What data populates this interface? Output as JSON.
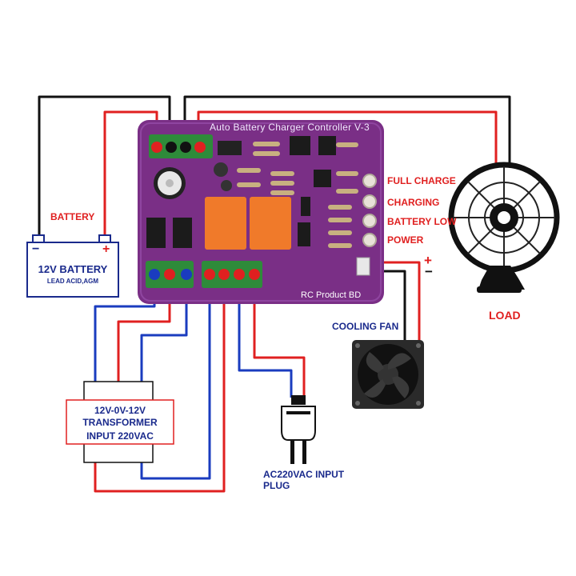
{
  "board": {
    "title": "Auto Battery Charger Controller V-3",
    "brand": "RC Product BD"
  },
  "indicators": {
    "full_charge": "FULL CHARGE",
    "charging": "CHARGING",
    "battery_low": "BATTERY LOW",
    "power": "POWER"
  },
  "battery": {
    "section_label": "BATTERY",
    "name": "12V BATTERY",
    "type": "LEAD ACID,AGM",
    "minus_sign": "−",
    "plus_sign": "+"
  },
  "transformer": {
    "line1": "12V-0V-12V",
    "line2": "TRANSFORMER",
    "line3": "INPUT 220VAC"
  },
  "plug": {
    "line1": "AC220VAC INPUT",
    "line2": "PLUG"
  },
  "cooling_fan": {
    "label": "COOLING FAN"
  },
  "load": {
    "label": "LOAD"
  },
  "fan_polarity": {
    "plus": "+",
    "minus": "−"
  },
  "colors": {
    "board": "#7a2f86",
    "wire_red": "#e02020",
    "wire_black": "#111111",
    "wire_blue": "#1a3cbf",
    "label_red": "#e02020",
    "label_navy": "#1a2a8c",
    "relay": "#f07a2a",
    "terminal": "#2e8b3a"
  }
}
